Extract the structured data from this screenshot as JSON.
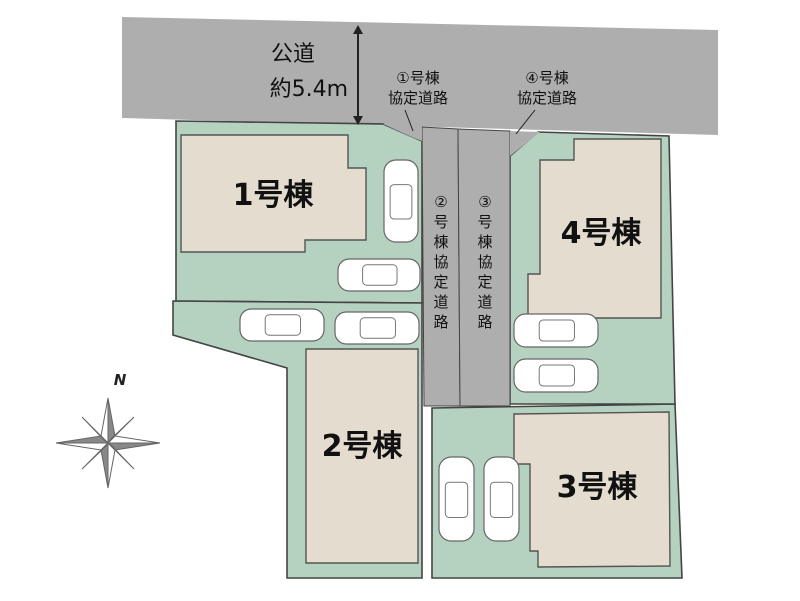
{
  "colors": {
    "lot": "#b5d2c0",
    "lot_border": "#444444",
    "road": "#aeaeae",
    "building": "#e4ddcf",
    "car_fill": "#ffffff",
    "car_stroke": "#666666",
    "compass": "#888888"
  },
  "public_road": {
    "name": "公道",
    "width": "約5.4m"
  },
  "callouts": [
    {
      "number": "①号棟",
      "label": "協定道路"
    },
    {
      "number": "④号棟",
      "label": "協定道路"
    }
  ],
  "private_roads": [
    {
      "chars": [
        "②",
        "号",
        "棟",
        "協",
        "定",
        "道",
        "路"
      ]
    },
    {
      "chars": [
        "③",
        "号",
        "棟",
        "協",
        "定",
        "道",
        "路"
      ]
    }
  ],
  "buildings": [
    {
      "label": "1号棟"
    },
    {
      "label": "2号棟"
    },
    {
      "label": "3号棟"
    },
    {
      "label": "4号棟"
    }
  ],
  "compass": {
    "north_label": "N"
  }
}
